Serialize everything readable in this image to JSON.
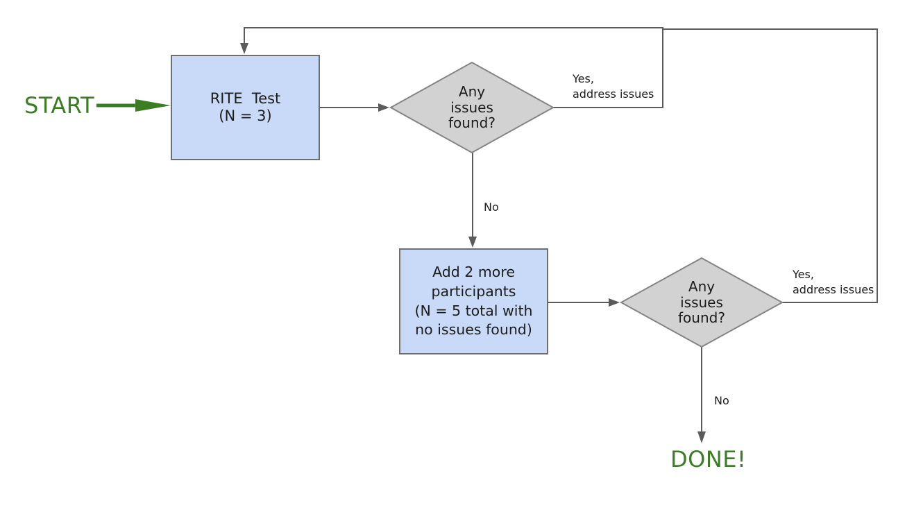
{
  "colors": {
    "process_fill": "#c9daf8",
    "process_border": "#6e6e6e",
    "decision_fill": "#d2d2d2",
    "decision_border": "#848484",
    "connector": "#5b5b5b",
    "accent_green": "#3a7d23",
    "text": "#1c1c1c",
    "canvas_bg": "#ffffff"
  },
  "flowchart": {
    "start_label": "START",
    "done_label": "DONE!",
    "nodes": {
      "rite_test": {
        "type": "process",
        "label": "RITE  Test\n(N = 3)"
      },
      "decision_1": {
        "type": "decision",
        "label": "Any\nissues\nfound?"
      },
      "add_participants": {
        "type": "process",
        "label": "Add 2 more\nparticipants\n(N = 5 total with\nno issues found)"
      },
      "decision_2": {
        "type": "decision",
        "label": "Any\nissues\nfound?"
      }
    },
    "edges": {
      "yes_1": {
        "label": "Yes,\naddress issues",
        "from": "decision_1",
        "to": "rite_test"
      },
      "no_1": {
        "label": "No",
        "from": "decision_1",
        "to": "add_participants"
      },
      "yes_2": {
        "label": "Yes,\naddress issues",
        "from": "decision_2",
        "to": "rite_test"
      },
      "no_2": {
        "label": "No",
        "from": "decision_2",
        "to": "done"
      }
    }
  }
}
